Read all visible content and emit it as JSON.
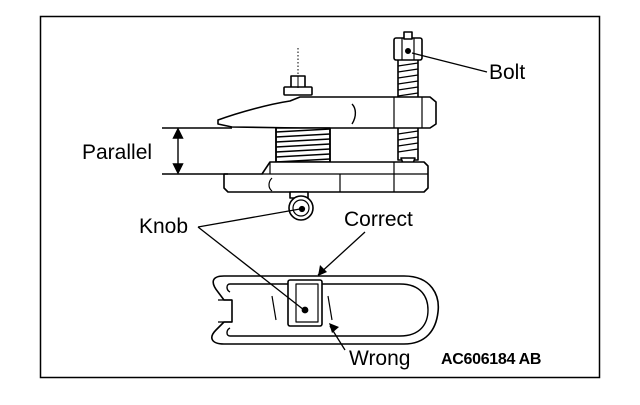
{
  "labels": {
    "bolt": "Bolt",
    "parallel": "Parallel",
    "knob": "Knob",
    "correct": "Correct",
    "wrong": "Wrong"
  },
  "figure_code": "AC606184 AB"
}
